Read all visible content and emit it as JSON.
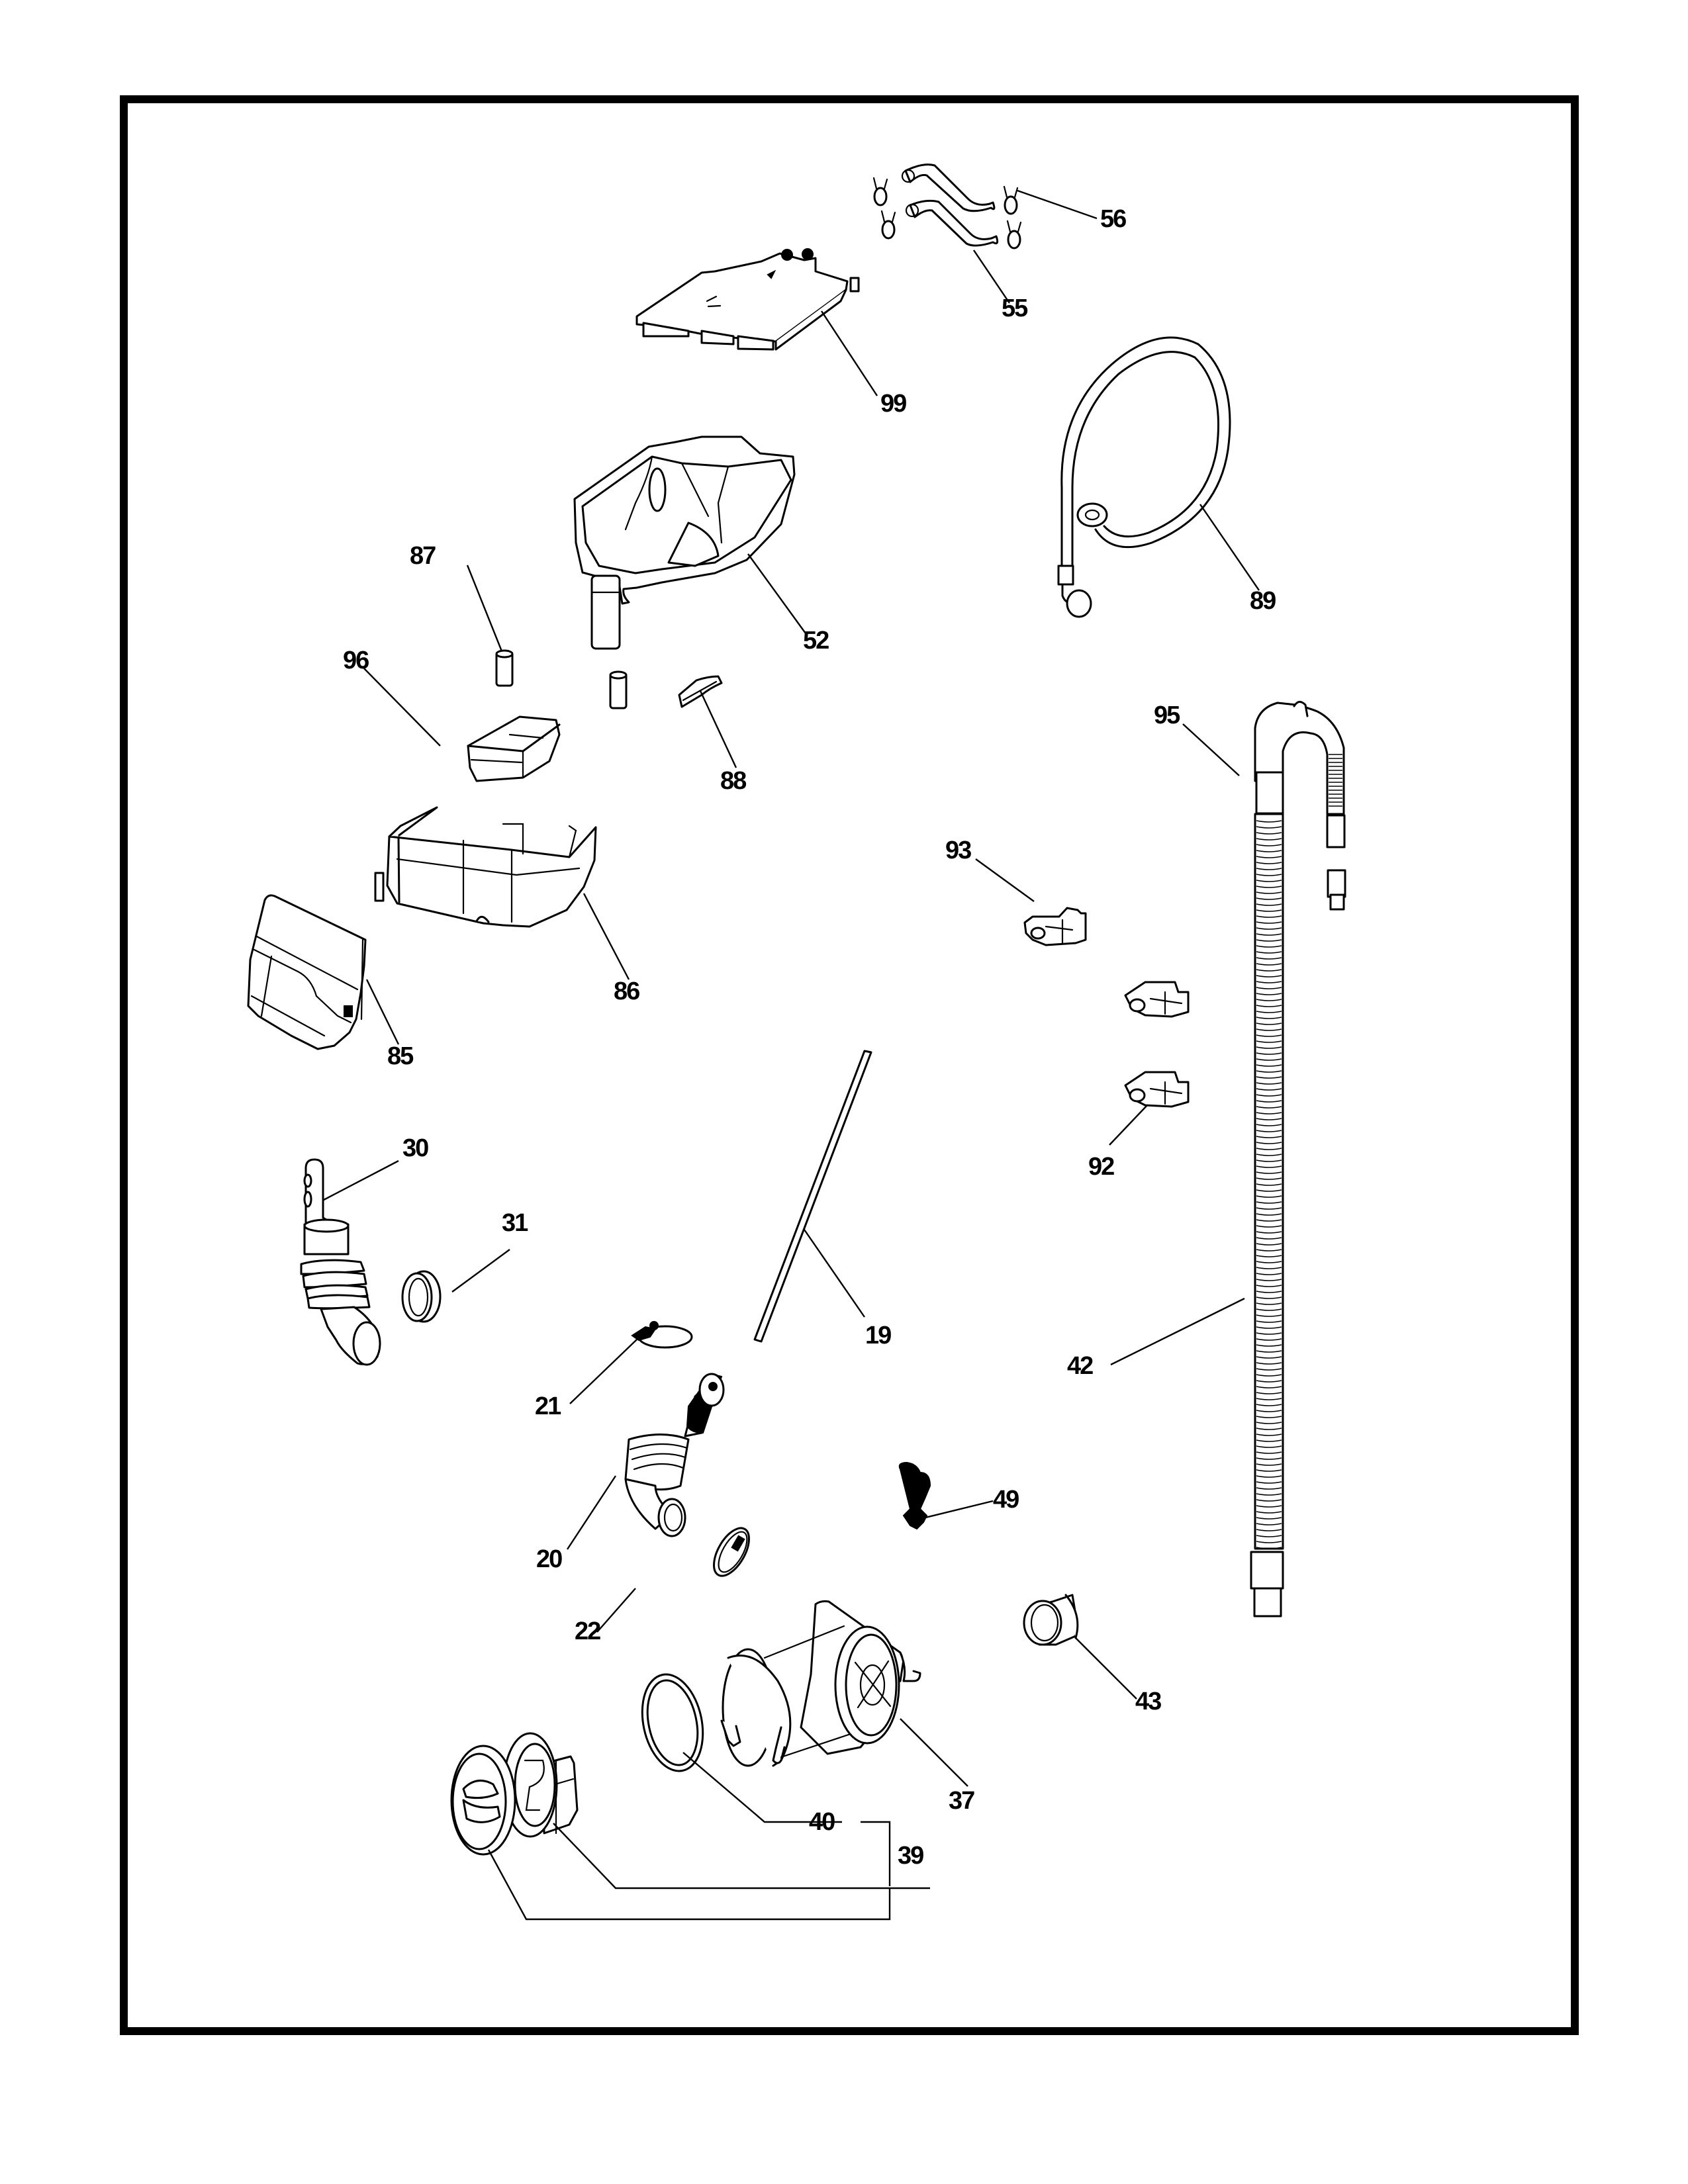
{
  "diagram": {
    "type": "exploded-parts-diagram",
    "border_color": "#000000",
    "background_color": "#ffffff"
  },
  "callouts": {
    "c56": "56",
    "c55": "55",
    "c99": "99",
    "c89": "89",
    "c52": "52",
    "c87": "87",
    "c96": "96",
    "c88": "88",
    "c95": "95",
    "c93": "93",
    "c86": "86",
    "c85": "85",
    "c30": "30",
    "c31": "31",
    "c92": "92",
    "c19": "19",
    "c42": "42",
    "c21": "21",
    "c49": "49",
    "c20": "20",
    "c22": "22",
    "c43": "43",
    "c37": "37",
    "c40": "40",
    "c39": "39"
  }
}
